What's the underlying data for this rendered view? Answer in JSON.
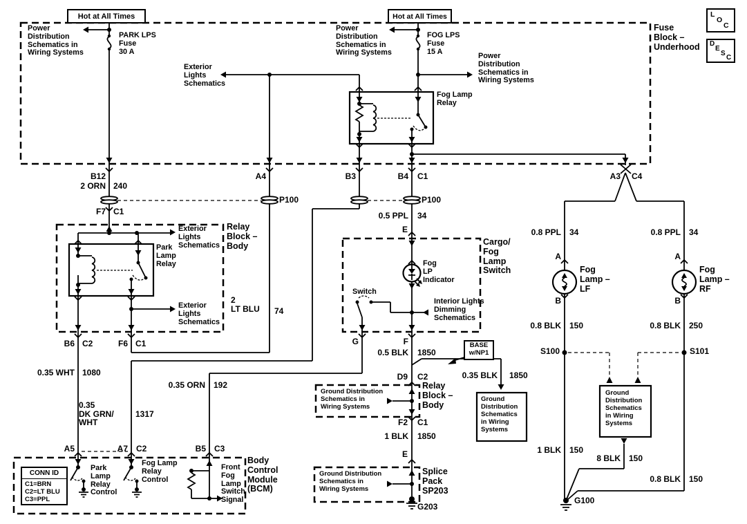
{
  "banners": {
    "hot_left": "Hot at All Times",
    "hot_right": "Hot at All Times"
  },
  "corner": {
    "fuse_block": "Fuse\nBlock –\nUnderhood",
    "loc": [
      "L",
      "O",
      "C"
    ],
    "desc": [
      "D",
      "E",
      "S",
      "C"
    ]
  },
  "refs": {
    "pd_left": "Power\nDistribution\nSchematics in\nWiring Systems",
    "pd_mid": "Power\nDistribution\nSchematics in\nWiring Systems",
    "pd_right": "Power\nDistribution\nSchematics in\nWiring Systems",
    "ext_top": "Exterior\nLights\nSchematics",
    "ext_relay_top": "Exterior\nLights\nSchematics",
    "ext_relay_bottom": "Exterior\nLights\nSchematics",
    "interior": "Interior Lights\nDimming\nSchematics",
    "gnd_relay": "Ground Distribution\nSchematics in\nWiring Systems",
    "gnd_splice": "Ground Distribution\nSchematics in\nWiring Systems",
    "gnd_box_center": "Ground\nDistribution\nSchematics\nin Wiring\nSystems",
    "gnd_box_right": "Ground\nDistribution\nSchematics\nin Wiring\nSystems",
    "base": "BASE\nw/NP1"
  },
  "fuses": {
    "park": "PARK LPS\nFuse\n30 A",
    "fog": "FOG LPS\nFuse\n15 A"
  },
  "labels": {
    "fog_relay": "Fog Lamp\nRelay",
    "park_relay": "Park\nLamp\nRelay",
    "relay_block_top": "Relay\nBlock –\nBody",
    "relay_block_bottom": "Relay\nBlock –\nBody",
    "cargo": "Cargo/\nFog\nLamp\nSwitch",
    "indicator": "Fog\nLP\nIndicator",
    "switch": "Switch",
    "splice": "Splice\nPack\nSP203",
    "bcm": "Body\nControl\nModule\n(BCM)",
    "lamp_lf": "Fog\nLamp –\nLF",
    "lamp_rf": "Fog\nLamp –\nRF",
    "park_ctl": "Park\nLamp\nRelay\nControl",
    "fog_ctl": "Fog Lamp\nRelay\nControl",
    "front_fog": "Front\nFog\nLamp\nSwitch\nSignal"
  },
  "conn_id": {
    "title": "CONN ID",
    "rows": [
      "C1=BRN",
      "C2=LT BLU",
      "C3=PPL"
    ]
  },
  "pins": {
    "b12": "B12",
    "a4": "A4",
    "b3": "B3",
    "b4": "B4",
    "c1_b4": "C1",
    "a3": "A3",
    "c4": "C4",
    "f7": "F7",
    "c1_f7": "C1",
    "e_top": "E",
    "b6": "B6",
    "c2_b6": "C2",
    "f6": "F6",
    "c1_f6": "C1",
    "g": "G",
    "f": "F",
    "d9": "D9",
    "c2_d9": "C2",
    "f2": "F2",
    "c1_f2": "C1",
    "e_mid": "E",
    "a5": "A5",
    "a7": "A7",
    "c2_a7": "C2",
    "b5": "B5",
    "c3_b5": "C3",
    "a_lf": "A",
    "b_lf": "B",
    "a_rf": "A",
    "b_rf": "B"
  },
  "ids": {
    "p100_a": "P100",
    "p100_b": "P100",
    "s100": "S100",
    "s101": "S101",
    "g100": "G100",
    "g203": "G203"
  },
  "wires": {
    "orn2": {
      "name": "2 ORN",
      "num": "240"
    },
    "ppl05": {
      "name": "0.5 PPL",
      "num": "34"
    },
    "ltblu2": {
      "name": "2\nLT BLU",
      "num": "74"
    },
    "wht035": {
      "name": "0.35 WHT",
      "num": "1080"
    },
    "grnwht": {
      "name": "0.35\nDK GRN/\nWHT",
      "num": "1317"
    },
    "orn035": {
      "name": "0.35 ORN",
      "num": "192"
    },
    "blk05": {
      "name": "0.5 BLK",
      "num": "1850"
    },
    "blk035": {
      "name": "0.35 BLK",
      "num": "1850"
    },
    "blk1_1850": {
      "name": "1 BLK",
      "num": "1850"
    },
    "ppl08_l": {
      "name": "0.8 PPL",
      "num": "34"
    },
    "ppl08_r": {
      "name": "0.8 PPL",
      "num": "34"
    },
    "blk08_l": {
      "name": "0.8 BLK",
      "num": "150"
    },
    "blk08_r": {
      "name": "0.8 BLK",
      "num": "250"
    },
    "blk1_150": {
      "name": "1 BLK",
      "num": "150"
    },
    "blk8_150": {
      "name": "8 BLK",
      "num": "150"
    },
    "blk08_150": {
      "name": "0.8 BLK",
      "num": "150"
    }
  }
}
